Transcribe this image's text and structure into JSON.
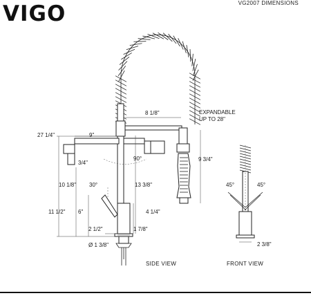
{
  "header": {
    "logo": "VIGO",
    "model_title": "VG2007 DIMENSIONS"
  },
  "side_view": {
    "label": "SIDE VIEW",
    "dims": {
      "total_height": "27 1/4\"",
      "spout_reach": "9\"",
      "spray_reach": "8 1/8\"",
      "expandable": "EXPANDABLE",
      "expandable_to": "UP TO 28\"",
      "spout_offset": "3/4\"",
      "rotation": "90°",
      "spray_height": "9 3/4\"",
      "spout_height": "10 1/8\"",
      "handle_angle": "30°",
      "column_height": "13 3/8\"",
      "base_height": "11 1/2\"",
      "handle_height": "6\"",
      "base_section": "4 1/4\"",
      "handle_length": "2 1/2\"",
      "base_width": "1 7/8\"",
      "hole_diameter": "Ø 1 3/8\""
    }
  },
  "front_view": {
    "label": "FRONT VIEW",
    "dims": {
      "left_angle": "45°",
      "right_angle": "45°",
      "base_width": "2 3/8\""
    }
  }
}
